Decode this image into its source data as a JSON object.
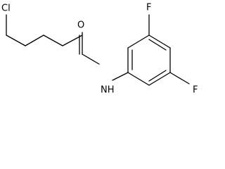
{
  "structure": {
    "atoms": {
      "chlorine": "Cl",
      "oxygen": "O",
      "amide_nitrogen": "NH",
      "fluorine_upper": "F",
      "fluorine_lower": "F"
    }
  },
  "colors": {
    "bond": "#000000",
    "label": "#000000",
    "background": "#ffffff"
  }
}
